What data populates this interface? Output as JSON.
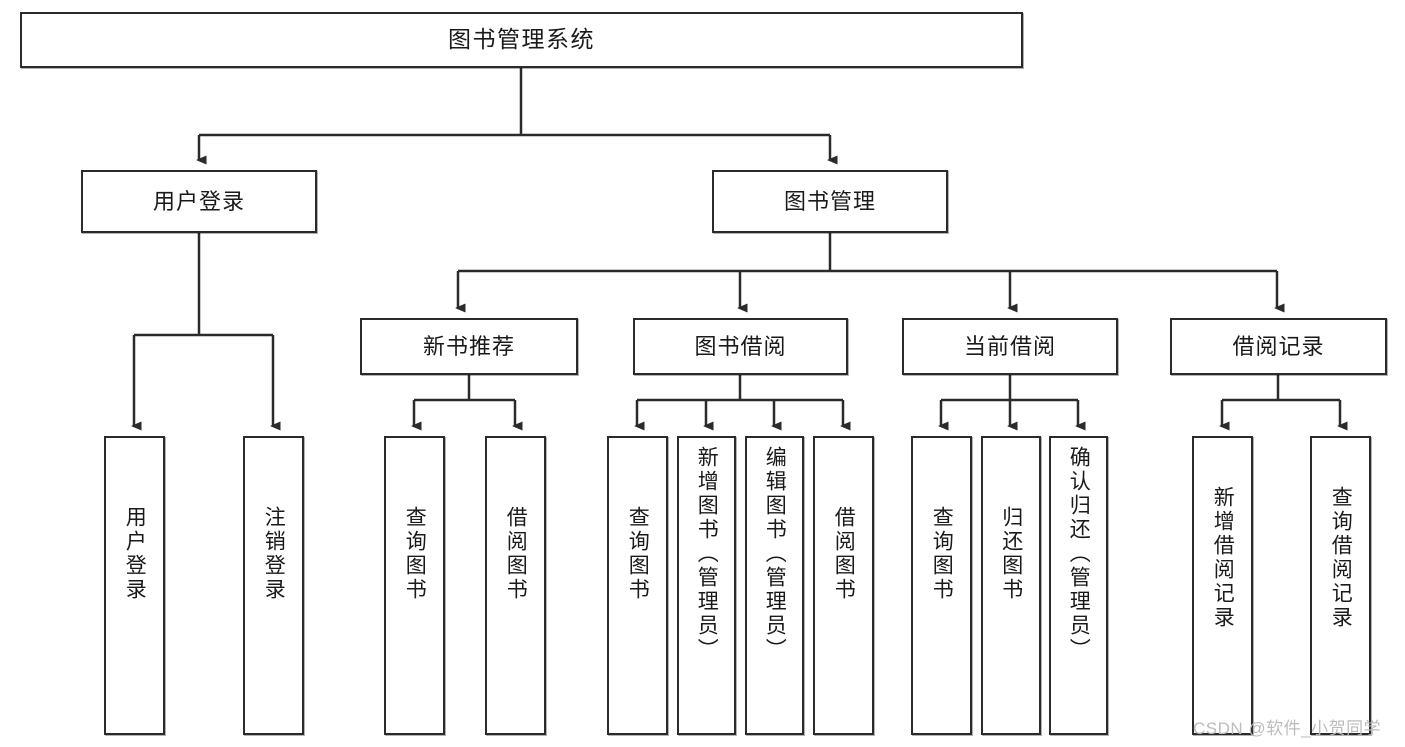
{
  "diagram": {
    "title": "图书管理系统",
    "type": "hierarchy-tree",
    "root": {
      "label": "图书管理系统"
    },
    "level2": [
      {
        "label": "用户登录"
      },
      {
        "label": "图书管理"
      }
    ],
    "level3": [
      {
        "label": "新书推荐"
      },
      {
        "label": "图书借阅"
      },
      {
        "label": "当前借阅"
      },
      {
        "label": "借阅记录"
      }
    ],
    "leaves": {
      "user_login": [
        {
          "label": "用户登录"
        },
        {
          "label": "注销登录"
        }
      ],
      "new_book_recommend": [
        {
          "label": "查询图书"
        },
        {
          "label": "借阅图书"
        }
      ],
      "book_borrow": [
        {
          "label": "查询图书"
        },
        {
          "label": "新增图书（管理员）"
        },
        {
          "label": "编辑图书（管理员）"
        },
        {
          "label": "借阅图书"
        }
      ],
      "current_borrow": [
        {
          "label": "查询图书"
        },
        {
          "label": "归还图书"
        },
        {
          "label": "确认归还（管理员）"
        }
      ],
      "borrow_record": [
        {
          "label": "新增借阅记录"
        },
        {
          "label": "查询借阅记录"
        }
      ]
    },
    "watermark": "CSDN @软件_小贺同学",
    "colors": {
      "stroke": "#2b2b2b",
      "fill": "#ffffff",
      "text": "#1a1a1a",
      "watermark": "#bcbcbc"
    }
  }
}
